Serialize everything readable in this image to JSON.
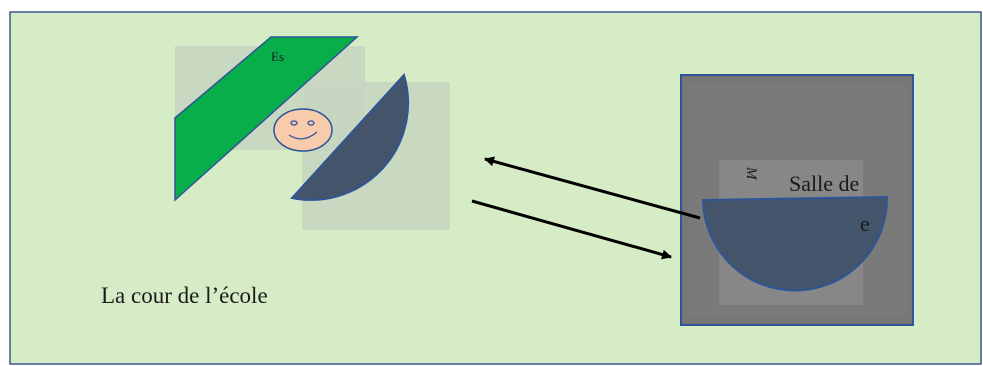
{
  "diagram": {
    "courtyard_label": "La cour de l’école",
    "stair_label": "Es",
    "room_label": "Salle de",
    "room_label_fragment": "e",
    "room_letter": "M",
    "colors": {
      "courtyard_fill": "#d6ecc6",
      "courtyard_border": "#3b5a8a",
      "stair_fill": "#07ae4a",
      "half_disc_fill": "#44546a",
      "half_disc_stroke": "#2f5597",
      "face_fill": "#f8cbad",
      "room_fill": "#767676",
      "arrow_color": "#000000"
    }
  }
}
